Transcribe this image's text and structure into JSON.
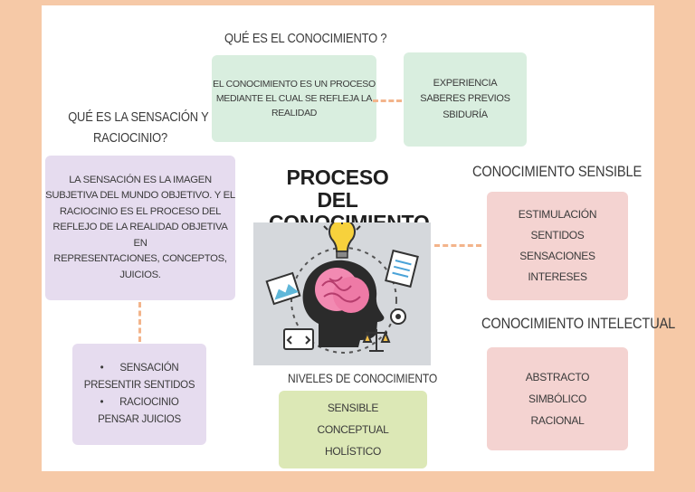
{
  "diagram": {
    "title_lines": [
      "PROCESO DEL",
      "CONOCIMIENTO"
    ],
    "q_conocimiento": "QUÉ ES EL CONOCIMIENTO ?",
    "def_conocimiento": [
      "EL CONOCIMIENTO ES UN PROCESO",
      "MEDIANTE EL CUAL SE REFLEJA  LA",
      "REALIDAD"
    ],
    "experiencia_items": [
      "EXPERIENCIA",
      "SABERES PREVIOS",
      "SBIDURÍA"
    ],
    "q_sensacion": [
      "QUÉ ES LA SENSACIÓN Y",
      "RACIOCINIO?"
    ],
    "def_sensacion": [
      "LA SENSACIÓN ES LA IMAGEN",
      "SUBJETIVA DEL MUNDO OBJETIVO. Y EL",
      "RACIOCINIO  ES EL PROCESO DEL",
      "REFLEJO DE LA REALIDAD OBJETIVA EN",
      "REPRESENTACIONES, CONCEPTOS,",
      "JUICIOS."
    ],
    "sensacion_list": [
      {
        "bullet": "•",
        "label": "SENSACIÓN",
        "detail": "PRESENTIR SENTIDOS"
      },
      {
        "bullet": "•",
        "label": "RACIOCINIO",
        "detail": "PENSAR JUICIOS"
      }
    ],
    "sensible_heading": "CONOCIMIENTO SENSIBLE",
    "sensible_items": [
      "ESTIMULACIÓN",
      "SENTIDOS",
      "SENSACIONES",
      "INTERESES"
    ],
    "intelectual_heading": "CONOCIMIENTO INTELECTUAL",
    "intelectual_items": [
      "ABSTRACTO",
      "SIMBÓLICO",
      "RACIONAL"
    ],
    "niveles_heading": "NIVELES DE CONOCIMIENTO",
    "niveles_items": [
      "SENSIBLE",
      "CONCEPTUAL",
      "HOLÍSTICO"
    ],
    "colors": {
      "background": "#f6c9a7",
      "green_card": "#d9eedf",
      "purple_card": "#e6dcef",
      "pink_card": "#f4d3d1",
      "lime_card": "#dce8b6",
      "connector": "#f3b48b"
    }
  }
}
